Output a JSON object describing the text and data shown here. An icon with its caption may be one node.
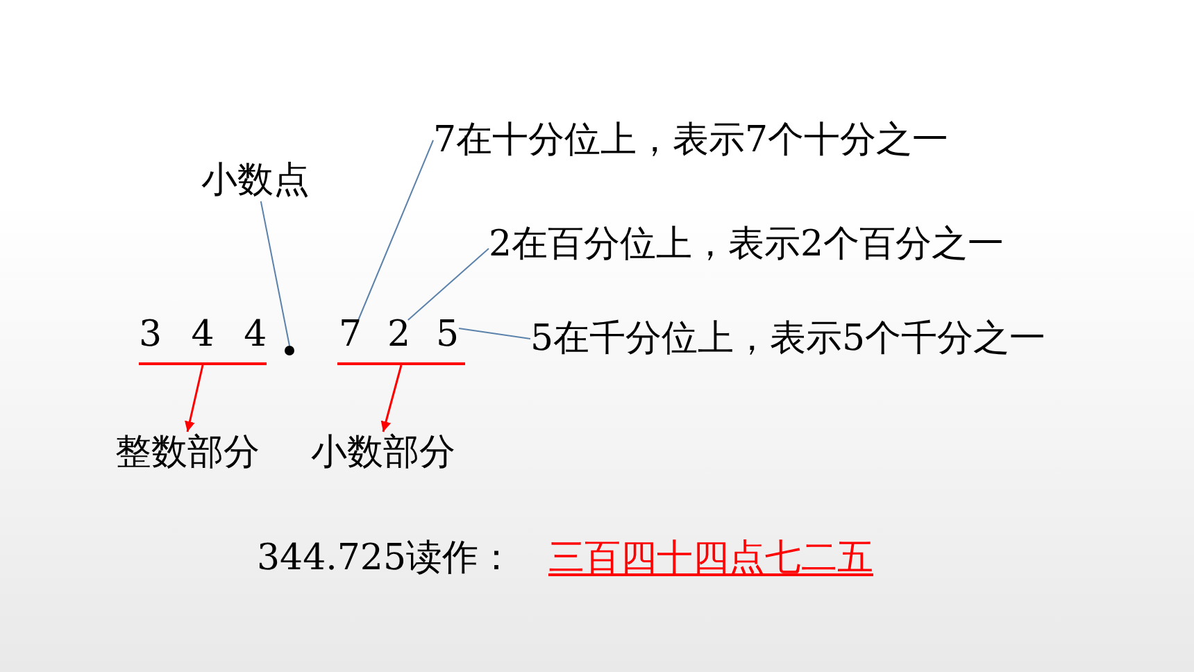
{
  "diagram": {
    "nodes": [
      {
        "text": [
          "7在十分位上，表示7个十分之一"
        ]
      },
      {
        "text": [
          "小数点"
        ]
      },
      {
        "text": [
          "2在百分位上，表示2个百分之一"
        ]
      },
      {
        "text": [
          "3 4 4"
        ]
      },
      {
        "text": [],
        "shape": "circle"
      },
      {
        "text": [
          "7"
        ]
      },
      {
        "text": [
          "2"
        ]
      },
      {
        "text": [
          "5"
        ]
      },
      {
        "text": [
          "5在千分位上，表示5个千分之一"
        ]
      },
      {
        "text": [],
        "shape": "bar"
      },
      {
        "text": [],
        "shape": "bar"
      },
      {
        "text": [
          "整数部分"
        ]
      },
      {
        "text": [
          "小数部分"
        ]
      }
    ],
    "edges": [
      {
        "from": 1,
        "to": 4,
        "arrow": "none"
      },
      {
        "from": 0,
        "to": 5,
        "arrow": "none"
      },
      {
        "from": 2,
        "to": 6,
        "arrow": "none"
      },
      {
        "from": 8,
        "to": 7,
        "arrow": "none"
      },
      {
        "from": 9,
        "to": 11,
        "arrow": "to",
        "color": "#ff0000"
      },
      {
        "from": 10,
        "to": 12,
        "arrow": "to",
        "color": "#ff0000"
      }
    ],
    "labels": [
      "344.725读作：",
      "三百四十四点七二五"
    ]
  }
}
